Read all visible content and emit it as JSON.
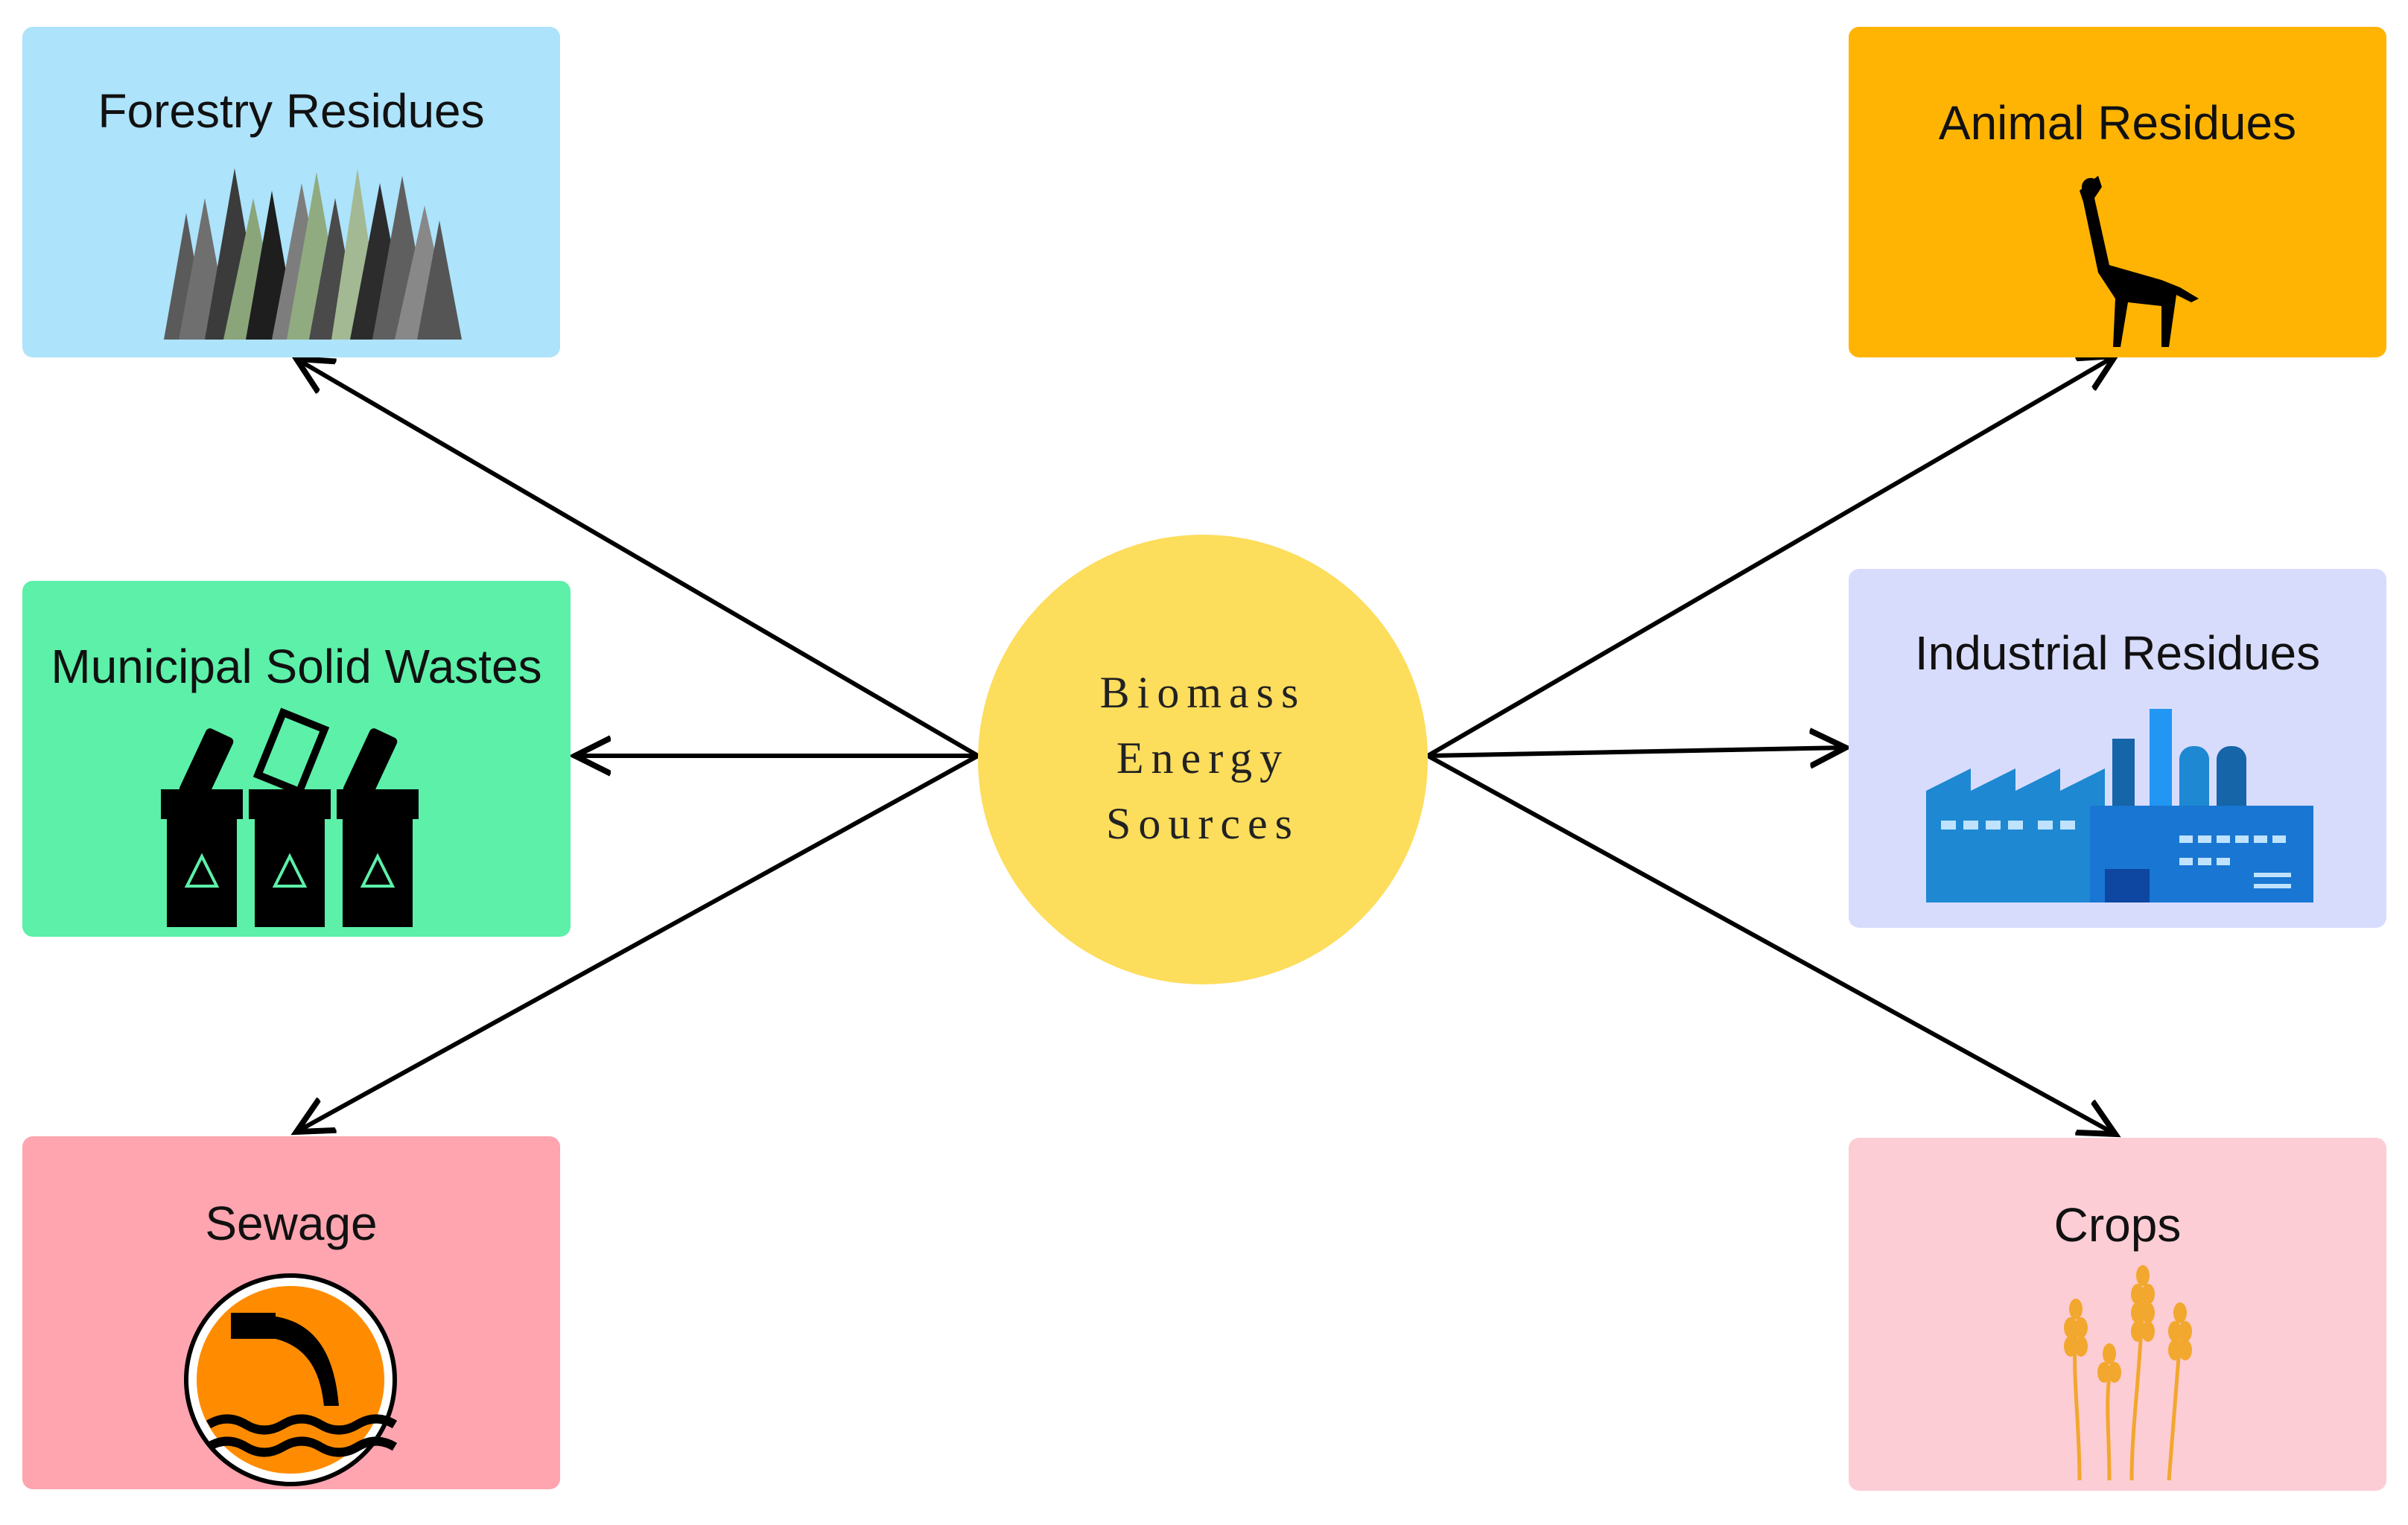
{
  "center": {
    "lines": [
      "Biomass",
      "Energy",
      "Sources"
    ]
  },
  "sources": {
    "forestry": {
      "label": "Forestry Residues",
      "color": "#ade3fb",
      "icon": "forest-icon"
    },
    "municipal": {
      "label": "Municipal Solid Wastes",
      "color": "#5cf0a9",
      "icon": "recycle-bins-icon"
    },
    "sewage": {
      "label": "Sewage",
      "color": "#ffa5b0",
      "icon": "sewage-pipe-icon"
    },
    "animal": {
      "label": "Animal Residues",
      "color": "#ffb403",
      "icon": "giraffe-icon"
    },
    "industrial": {
      "label": "Industrial Residues",
      "color": "#d8dcfc",
      "icon": "factory-icon"
    },
    "crops": {
      "label": "Crops",
      "color": "#fdcdd5",
      "icon": "wheat-icon"
    }
  },
  "colors": {
    "center": "#fddd5c",
    "arrow": "#000000"
  }
}
